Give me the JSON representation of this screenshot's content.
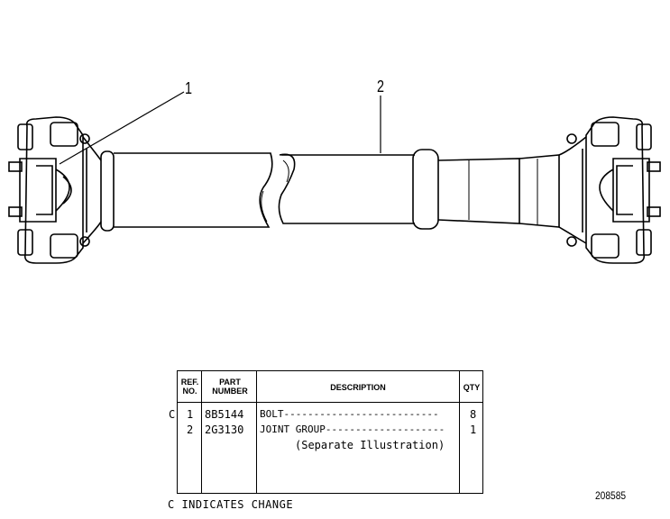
{
  "callouts": {
    "ref1": "1",
    "ref2": "2"
  },
  "table": {
    "headers": {
      "ref_no": "REF. NO.",
      "part_number": "PART NUMBER",
      "description": "DESCRIPTION",
      "qty": "QTY"
    },
    "rows": [
      {
        "change": "C",
        "ref": "1",
        "part": "8B5144",
        "desc": "BOLT--------------------------",
        "qty": "8"
      },
      {
        "change": "",
        "ref": "2",
        "part": "2G3130",
        "desc": "JOINT GROUP--------------------",
        "qty": "1"
      }
    ],
    "subnote": "(Separate Illustration)"
  },
  "footnote": "C INDICATES CHANGE",
  "illustration_number": "208585"
}
